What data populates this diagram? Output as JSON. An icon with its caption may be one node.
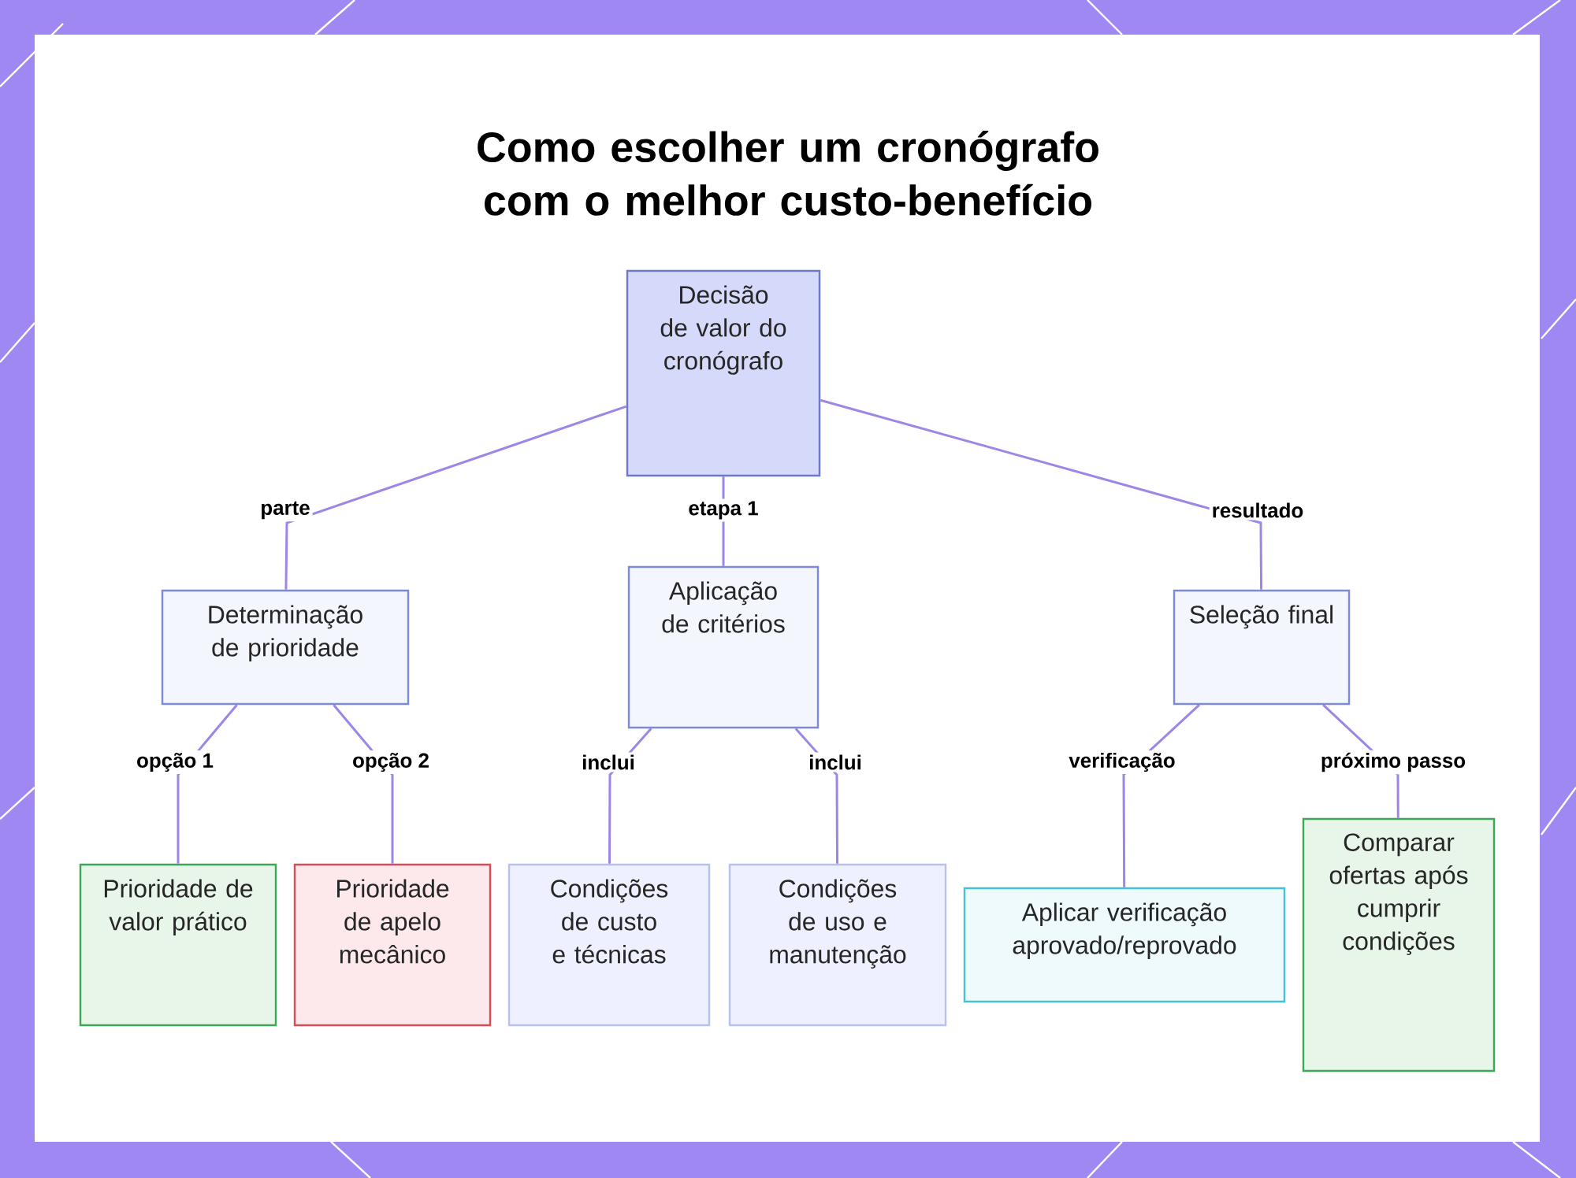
{
  "diagram": {
    "title": "Como escolher um cronógrafo com o melhor custo-benefício",
    "nodes": [
      {
        "text": [
          "Decisão de valor do cronógrafo"
        ]
      },
      {
        "text": [
          "Determinação de prioridade"
        ]
      },
      {
        "text": [
          "Aplicação de critérios"
        ]
      },
      {
        "text": [
          "Seleção final"
        ]
      },
      {
        "text": [
          "Prioridade de valor prático"
        ]
      },
      {
        "text": [
          "Prioridade de apelo mecânico"
        ]
      },
      {
        "text": [
          "Condições de custo e técnicas"
        ]
      },
      {
        "text": [
          "Condições de uso e manutenção"
        ]
      },
      {
        "text": [
          "Aplicar verificação aprovado/reprovado"
        ]
      },
      {
        "text": [
          "Comparar ofertas após cumprir condições"
        ]
      }
    ],
    "edges": [
      {
        "from": 0,
        "to": 1,
        "arrow": "none",
        "label": "parte"
      },
      {
        "from": 0,
        "to": 2,
        "arrow": "none",
        "label": "etapa 1"
      },
      {
        "from": 0,
        "to": 3,
        "arrow": "none",
        "label": "resultado"
      },
      {
        "from": 1,
        "to": 4,
        "arrow": "none",
        "label": "opção 1"
      },
      {
        "from": 1,
        "to": 5,
        "arrow": "none",
        "label": "opção 2"
      },
      {
        "from": 2,
        "to": 6,
        "arrow": "none",
        "label": "inclui"
      },
      {
        "from": 2,
        "to": 7,
        "arrow": "none",
        "label": "inclui"
      },
      {
        "from": 3,
        "to": 8,
        "arrow": "none",
        "label": "verificação"
      },
      {
        "from": 3,
        "to": 9,
        "arrow": "none",
        "label": "próximo passo"
      }
    ]
  }
}
